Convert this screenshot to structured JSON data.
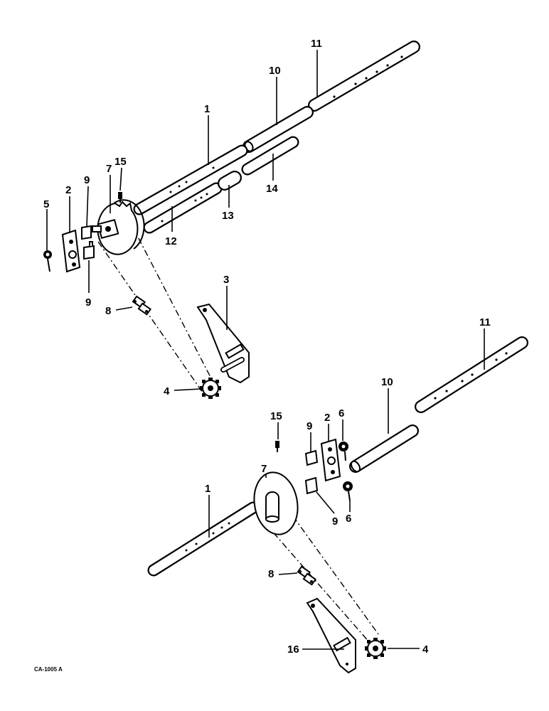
{
  "callouts": {
    "c_u1": "1",
    "c_u10": "10",
    "c_u11": "11",
    "c_u15": "15",
    "c_u7": "7",
    "c_u9a": "9",
    "c_u2": "2",
    "c_u5": "5",
    "c_u12": "12",
    "c_u13": "13",
    "c_u14": "14",
    "c_u9b": "9",
    "c_u8": "8",
    "c_u3": "3",
    "c_u4": "4",
    "c_l11": "11",
    "c_l10": "10",
    "c_l15": "15",
    "c_l9a": "9",
    "c_l2": "2",
    "c_l6a": "6",
    "c_l7": "7",
    "c_l6b": "6",
    "c_l1": "1",
    "c_l9b": "9",
    "c_l8": "8",
    "c_l16": "16",
    "c_l4": "4"
  },
  "drawing_code": "CA-1005 A"
}
